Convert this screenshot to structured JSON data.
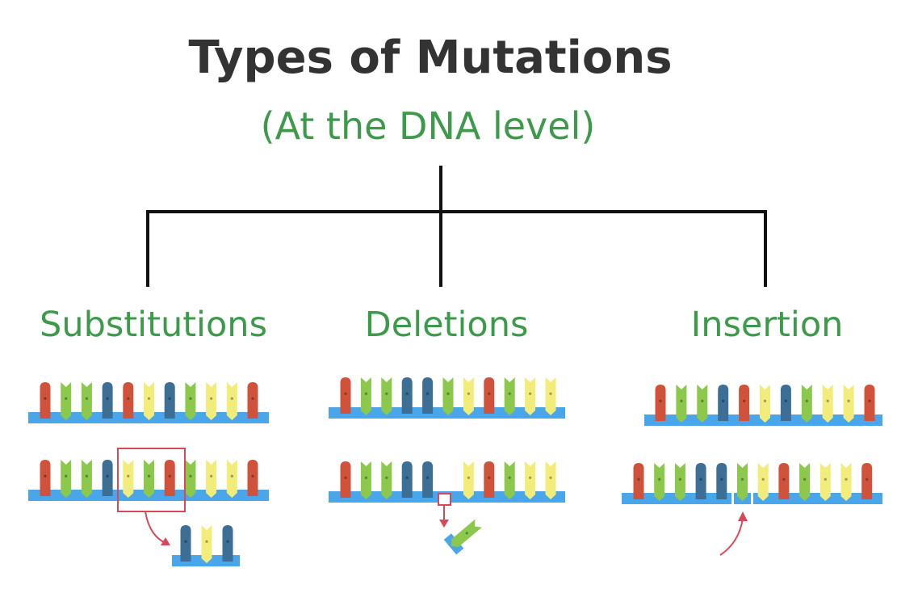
{
  "title": "Types of Mutations",
  "subtitle": "(At the DNA level)",
  "colors": {
    "T": "#d0523a",
    "A": "#8cc84b",
    "C": "#3c6e96",
    "G": "#f2ec7a",
    "backbone": "#4aa6ea",
    "highlight": "#d9475a",
    "tree": "#111111"
  },
  "branches": [
    {
      "label": "Substitutions",
      "original": [
        "T",
        "A",
        "A",
        "C",
        "T",
        "G",
        "C",
        "A",
        "G",
        "G",
        "T"
      ],
      "mutated": [
        "T",
        "A",
        "A",
        "C",
        "G",
        "A",
        "T",
        "A",
        "G",
        "G",
        "T"
      ],
      "removed": [
        "C",
        "G",
        "C"
      ]
    },
    {
      "label": "Deletions",
      "original": [
        "T",
        "A",
        "A",
        "C",
        "C",
        "A",
        "G",
        "T",
        "A",
        "G",
        "G"
      ],
      "mutated": [
        "T",
        "A",
        "A",
        "C",
        "C",
        "",
        "G",
        "T",
        "A",
        "G",
        "G"
      ],
      "removed": [
        "A"
      ]
    },
    {
      "label": "Insertion",
      "original": [
        "T",
        "A",
        "A",
        "C",
        "T",
        "G",
        "C",
        "A",
        "G",
        "G",
        "T"
      ],
      "mutated": [
        "T",
        "A",
        "A",
        "C",
        "C",
        "A",
        "G",
        "T",
        "A",
        "G",
        "G",
        "T"
      ],
      "inserted": [
        "A"
      ]
    }
  ]
}
